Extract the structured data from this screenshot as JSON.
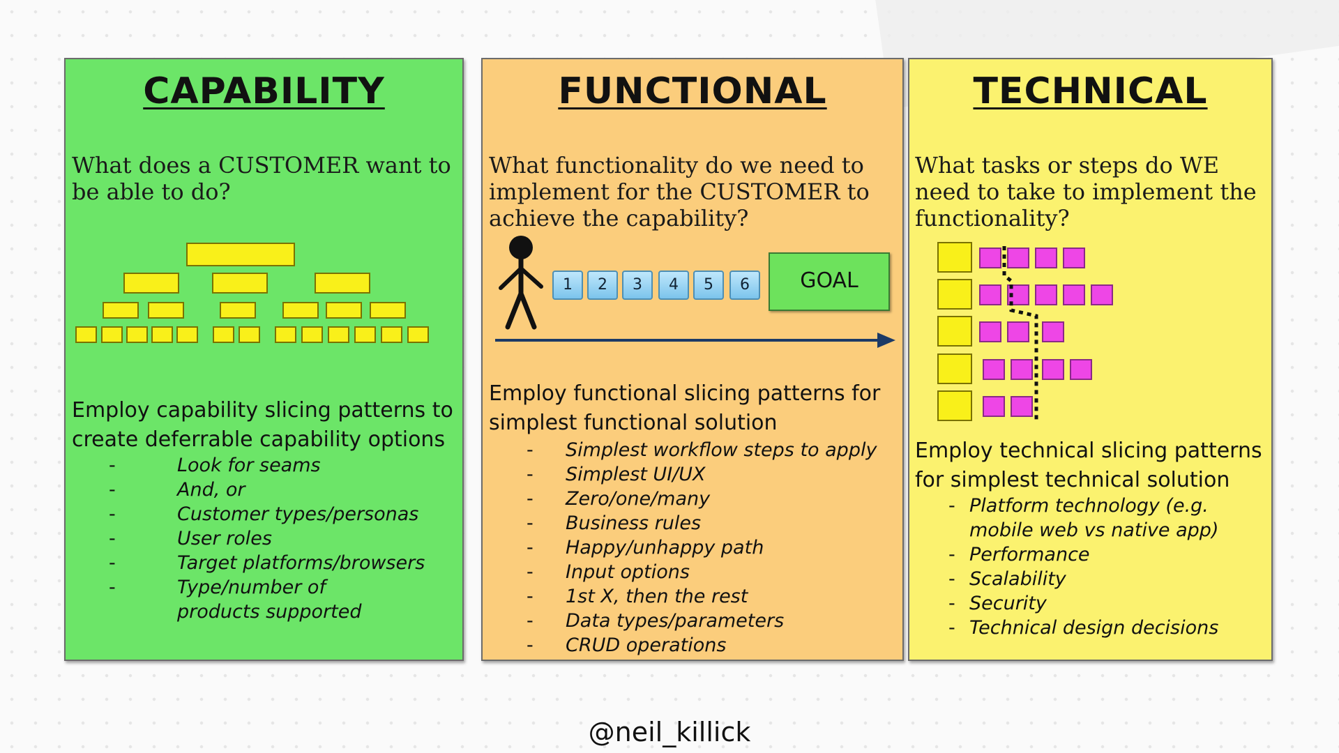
{
  "capability": {
    "title": "CAPABILITY",
    "question": "What does a CUSTOMER want to be able to do?",
    "lead": "Employ capability slicing patterns to create deferrable capability options",
    "bullets": [
      "Look for seams",
      "And, or",
      "Customer types/personas",
      "User roles",
      "Target platforms/browsers",
      "Type/number of products supported"
    ]
  },
  "functional": {
    "title": "FUNCTIONAL",
    "question": "What functionality do we need to implement for the CUSTOMER to achieve the capability?",
    "steps": [
      "1",
      "2",
      "3",
      "4",
      "5",
      "6"
    ],
    "goal": "GOAL",
    "lead": "Employ functional slicing patterns for simplest functional solution",
    "bullets": [
      "Simplest workflow steps to apply",
      "Simplest UI/UX",
      "Zero/one/many",
      "Business rules",
      "Happy/unhappy path",
      "Input options",
      "1st X, then the rest",
      "Data types/parameters",
      "CRUD operations"
    ]
  },
  "technical": {
    "title": "TECHNICAL",
    "question": "What tasks or steps do WE need to take to implement the functionality?",
    "lead": "Employ technical slicing patterns for simplest technical solution",
    "bullets": [
      "Platform technology (e.g. mobile web vs native app)",
      "Performance",
      "Scalability",
      "Security",
      "Technical design decisions"
    ]
  },
  "footer": {
    "handle": "@neil_killick"
  },
  "colors": {
    "capability_bg": "#6ce568",
    "functional_bg": "#fbcd7c",
    "technical_bg": "#fbf26f",
    "card_yellow": "#f9f01a",
    "card_magenta": "#ee46e6",
    "step_blue": "#8ecff2",
    "goal_green": "#6de25c",
    "arrow_navy": "#1c3a66"
  }
}
